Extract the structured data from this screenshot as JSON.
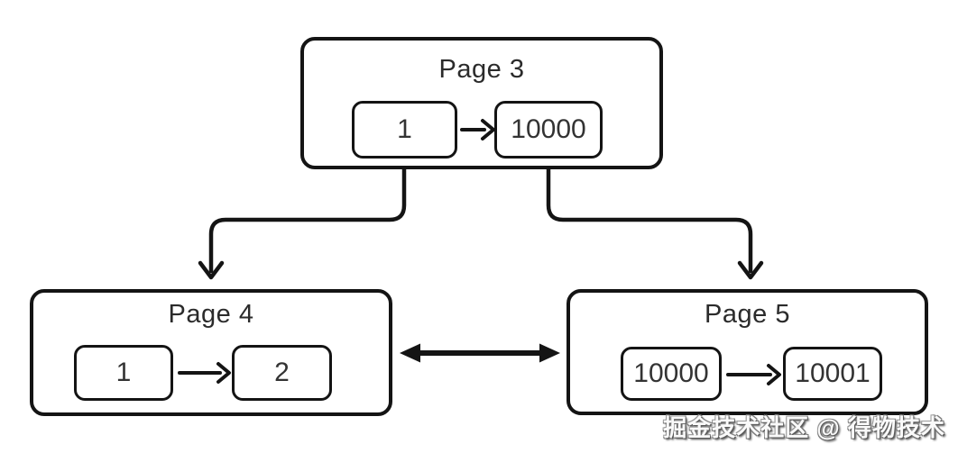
{
  "diagram": {
    "pages": [
      {
        "title": "Page 3",
        "cells": [
          "1",
          "10000"
        ]
      },
      {
        "title": "Page 4",
        "cells": [
          "1",
          "2"
        ]
      },
      {
        "title": "Page 5",
        "cells": [
          "10000",
          "10001"
        ]
      }
    ],
    "edges": [
      {
        "from": "Page 3 cell 1",
        "to": "Page 4",
        "style": "elbow-arrow-down"
      },
      {
        "from": "Page 3 cell 10000",
        "to": "Page 5",
        "style": "elbow-arrow-down"
      },
      {
        "from": "Page 4",
        "to": "Page 5",
        "style": "double-headed-arrow"
      }
    ],
    "watermark": "掘金技术社区 @ 得物技术",
    "icons": {
      "arrow_right": "→",
      "arrow_double": "↔"
    },
    "colors": {
      "background": "#ffffff",
      "stroke": "#141414",
      "title_text": "#2b2b2b",
      "cell_text": "#333333",
      "watermark_fill": "#fafafa",
      "watermark_shadow": "#444444"
    }
  }
}
